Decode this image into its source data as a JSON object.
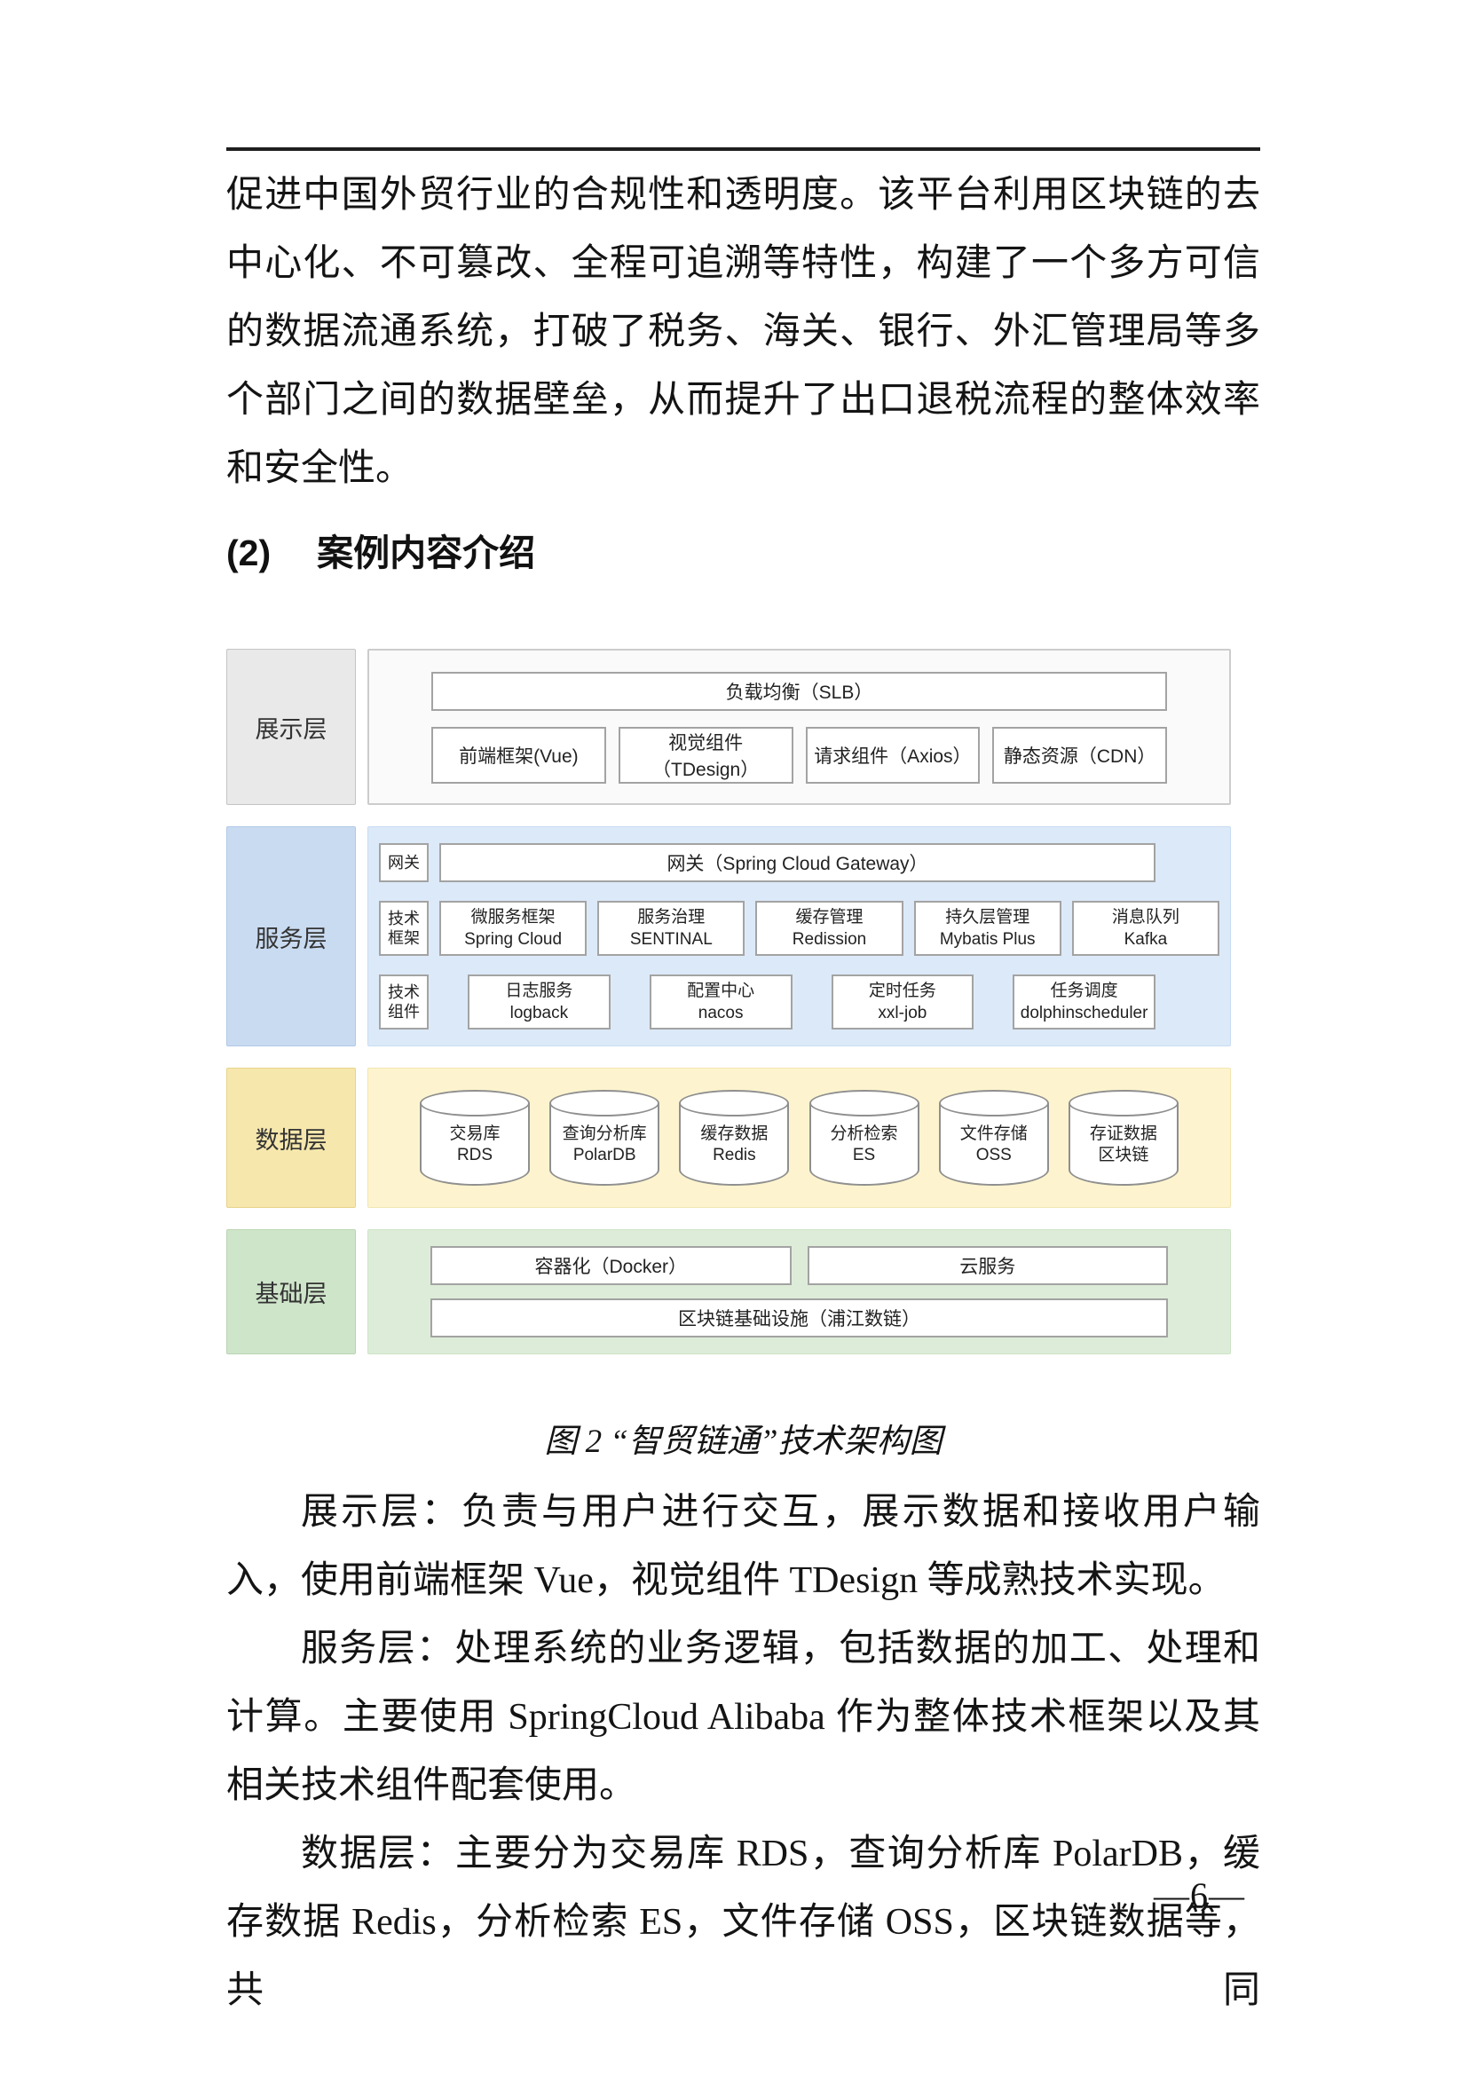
{
  "document": {
    "intro_paragraph": "促进中国外贸行业的合规性和透明度。该平台利用区块链的去中心化、不可篡改、全程可追溯等特性，构建了一个多方可信的数据流通系统，打破了税务、海关、银行、外汇管理局等多个部门之间的数据壁垒，从而提升了出口退税流程的整体效率和安全性。",
    "heading": {
      "number": "(2)",
      "title": "案例内容介绍"
    },
    "figure_caption": "图 2 “智贸链通”技术架构图",
    "paragraphs": {
      "display_layer": "展示层：负责与用户进行交互，展示数据和接收用户输入，使用前端框架 Vue，视觉组件 TDesign 等成熟技术实现。",
      "service_layer": "服务层：处理系统的业务逻辑，包括数据的加工、处理和计算。主要使用 SpringCloud Alibaba 作为整体技术框架以及其相关技术组件配套使用。",
      "data_layer": "数据层：主要分为交易库 RDS，查询分析库 PolarDB，缓存数据 Redis，分析检索 ES，文件存储 OSS，区块链数据等，共同"
    },
    "page_number": "—6—"
  },
  "diagram": {
    "presentation": {
      "label": "展示层",
      "load_balancer": "负载均衡（SLB）",
      "items": [
        "前端框架(Vue)",
        "视觉组件（TDesign）",
        "请求组件（Axios）",
        "静态资源（CDN）"
      ]
    },
    "service": {
      "label": "服务层",
      "gateway_tag": "网关",
      "gateway_box": "网关（Spring Cloud Gateway）",
      "framework_tag_line1": "技术",
      "framework_tag_line2": "框架",
      "framework_items": [
        {
          "name": "微服务框架",
          "tech": "Spring Cloud"
        },
        {
          "name": "服务治理",
          "tech": "SENTINAL"
        },
        {
          "name": "缓存管理",
          "tech": "Redission"
        },
        {
          "name": "持久层管理",
          "tech": "Mybatis Plus"
        },
        {
          "name": "消息队列",
          "tech": "Kafka"
        }
      ],
      "component_tag_line1": "技术",
      "component_tag_line2": "组件",
      "component_items": [
        {
          "name": "日志服务",
          "tech": "logback"
        },
        {
          "name": "配置中心",
          "tech": "nacos"
        },
        {
          "name": "定时任务",
          "tech": "xxl-job"
        },
        {
          "name": "任务调度",
          "tech": "dolphinscheduler"
        }
      ]
    },
    "data": {
      "label": "数据层",
      "stores": [
        {
          "name": "交易库",
          "tech": "RDS"
        },
        {
          "name": "查询分析库",
          "tech": "PolarDB"
        },
        {
          "name": "缓存数据",
          "tech": "Redis"
        },
        {
          "name": "分析检索",
          "tech": "ES"
        },
        {
          "name": "文件存储",
          "tech": "OSS"
        },
        {
          "name": "存证数据",
          "tech": "区块链"
        }
      ]
    },
    "infrastructure": {
      "label": "基础层",
      "items": [
        "容器化（Docker）",
        "云服务"
      ],
      "blockchain_infra": "区块链基础设施（浦江数链）"
    }
  },
  "colors": {
    "presentation_label_bg": "#e9e9e9",
    "service_label_bg": "#c9dbf1",
    "service_content_bg": "#dce9f8",
    "data_label_bg": "#f6e7ad",
    "data_content_bg": "#fdf4cf",
    "infra_label_bg": "#cfe5ca",
    "infra_content_bg": "#ddecd8",
    "box_border": "#a3a3a3"
  }
}
